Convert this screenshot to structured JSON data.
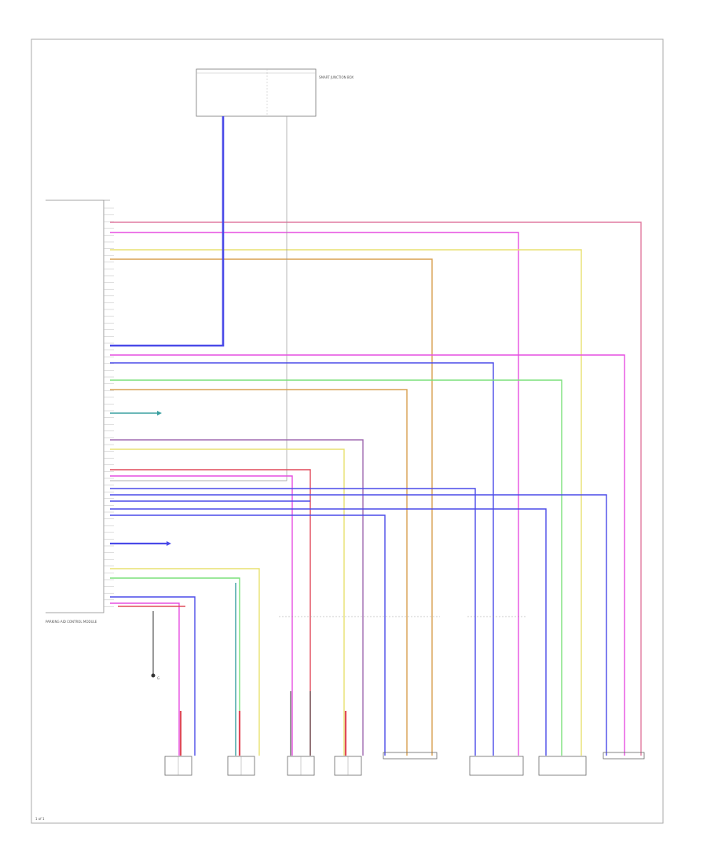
{
  "wire_colors": {
    "pink": "#e07aa0",
    "magenta": "#e64fe0",
    "yellow": "#e8e070",
    "orange": "#d8a050",
    "blue": "#4a4ae8",
    "green": "#7ae07a",
    "teal": "#3aa0a0",
    "red": "#e04a5a",
    "gray": "#999999",
    "black": "#333333",
    "purple": "#a06ab0"
  },
  "text": {
    "module_label": "PARKING AID CONTROL MODULE",
    "fuse_box_label": "SMART JUNCTION BOX",
    "ground_label": "G",
    "page_mark": "1 of 1"
  }
}
